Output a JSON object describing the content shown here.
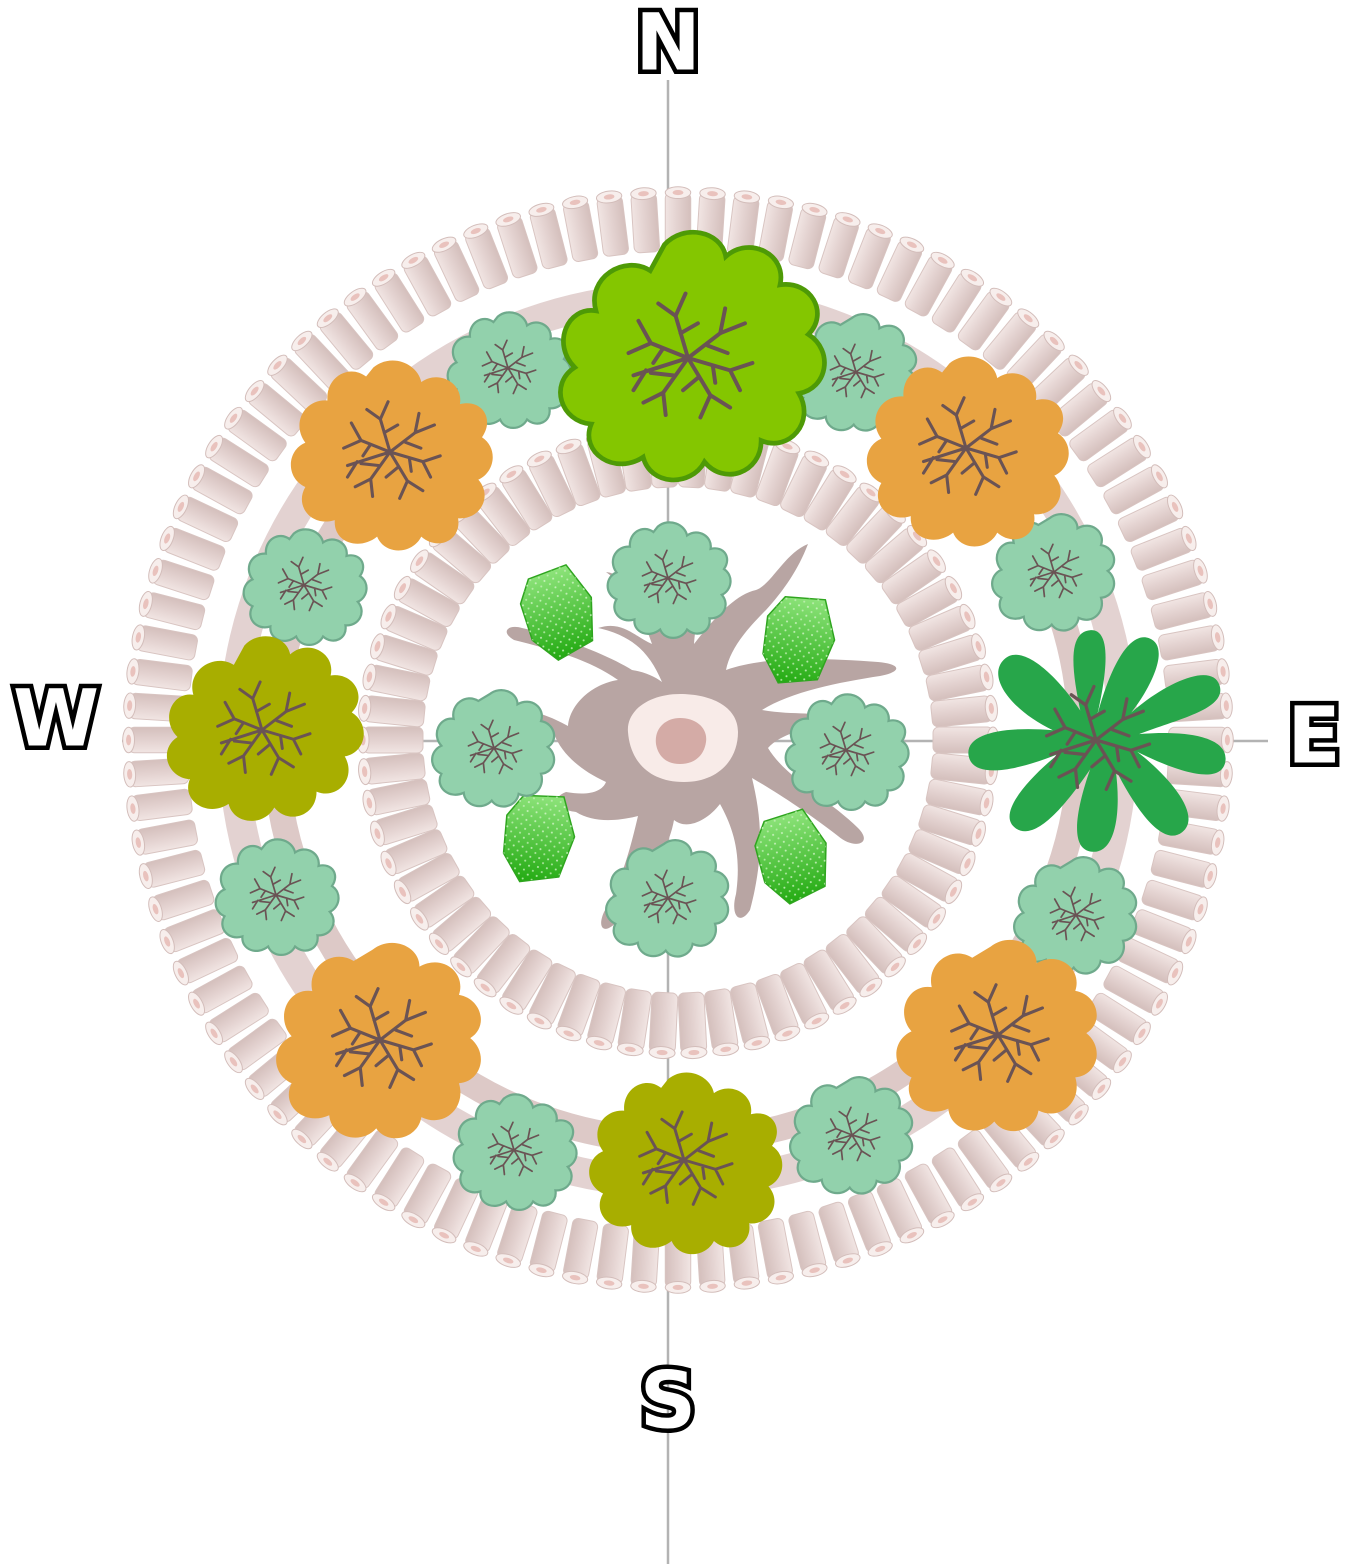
{
  "compass": {
    "north": "N",
    "south": "S",
    "east": "E",
    "west": "W"
  },
  "colors": {
    "background": "#ffffff",
    "axis": "#b3b3b3",
    "log_fill": "#e3d2d1",
    "log_light": "#f3e8e7",
    "log_end": "#f6ecea",
    "log_core": "#e7b9b4",
    "lime_tree": "#84c600",
    "lime_tree_edge": "#4e9a06",
    "orange_tree": "#e8a341",
    "olive_tree": "#a8ae00",
    "forest_tree": "#27a64a",
    "mint_tree": "#92d1ac",
    "mint_tree_edge": "#6faa8c",
    "branch": "#6a5354",
    "patch": "#33bb22",
    "patch_light": "#7fde6a",
    "central_cell": "#b8a5a3",
    "nucleus": "#f8ebe8",
    "nucleolus": "#d4aba6"
  },
  "trees": {
    "outer_ring": [
      {
        "name": "tree-north",
        "color": "lime",
        "icon": "large-tree-icon"
      },
      {
        "name": "tree-northeast",
        "color": "orange",
        "icon": "large-tree-icon"
      },
      {
        "name": "tree-east",
        "color": "forest",
        "icon": "large-tree-icon"
      },
      {
        "name": "tree-southeast",
        "color": "orange",
        "icon": "large-tree-icon"
      },
      {
        "name": "tree-south",
        "color": "olive",
        "icon": "large-tree-icon"
      },
      {
        "name": "tree-southwest",
        "color": "orange",
        "icon": "large-tree-icon"
      },
      {
        "name": "tree-west",
        "color": "olive",
        "icon": "large-tree-icon"
      },
      {
        "name": "tree-northwest",
        "color": "orange",
        "icon": "large-tree-icon"
      }
    ],
    "small_outer": 8,
    "small_inner": 4,
    "patches": 4
  }
}
